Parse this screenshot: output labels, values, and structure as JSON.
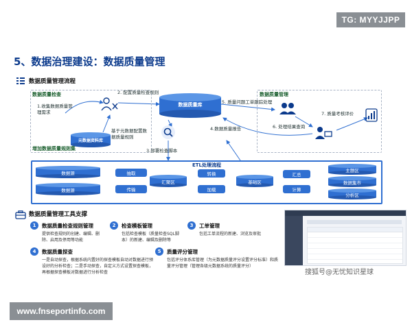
{
  "tag": "TG: MYYJJPP",
  "title": "5、数据治理建设：数据质量管理",
  "process": {
    "heading": "数据质量管理流程",
    "check_group": "数据质量检查",
    "manage_group": "数据质量管理",
    "step1": "1.收集数据质量管理需求",
    "step2": "2. 配置质量检查规则",
    "step3": "3.部署检查脚本",
    "step4": "4.数据质量报告",
    "step5": "5. 质量问题工单跟踪处理",
    "step6": "6. 处理结果查询",
    "step7": "7. 质量考核评价",
    "meta_note": "基于元数据配置数据质量规则",
    "meta_db": "元数据资料库",
    "add_rules": "增加数据质量规则集",
    "quality_db": "数据质量库"
  },
  "etl": {
    "title": "ETL处理流程",
    "source1": "数据源",
    "source2": "数据源",
    "extract": "抽取",
    "transfer": "传输",
    "staging": "汇聚区",
    "transform": "转换",
    "load": "加载",
    "base": "基础区",
    "aggregate": "汇总",
    "calculate": "计算",
    "theme": "主题区",
    "mart": "数据集市",
    "analysis": "分析区"
  },
  "tools": {
    "heading": "数据质量管理工具支撑",
    "cards": [
      {
        "num": "1",
        "title": "数据质量检查规则管理",
        "text": "提供检查规则的创建、编辑、删除、启用及停用等功能"
      },
      {
        "num": "2",
        "title": "检查模板管理",
        "text": "包括检查模板（质量检查SQL脚本）的新建、编辑及删除等"
      },
      {
        "num": "3",
        "title": "工单管理",
        "text": "包括工单流程的新建、浏览及审批"
      },
      {
        "num": "4",
        "title": "数据质量探查",
        "text": "一是自动探查，根据系统内置好的探查模板自动对数据进行预设好的分析检查；二是手动探查，自定义方式设置探查模板，再根据探查模板对数据进行分析检查"
      },
      {
        "num": "5",
        "title": "质量评分管理",
        "text": "包括评分体系库管理（为元数据质量评分设置评分标准）和质量评分管理（管理各级元数据系统的质量评分）"
      }
    ]
  },
  "watermark": "搜狐号@无忧知识星球",
  "footer": "www.fnseportinfo.com",
  "colors": {
    "primary": "#2f6fd1",
    "title": "#0b3a8c",
    "green_label": "#1a5f2e"
  }
}
